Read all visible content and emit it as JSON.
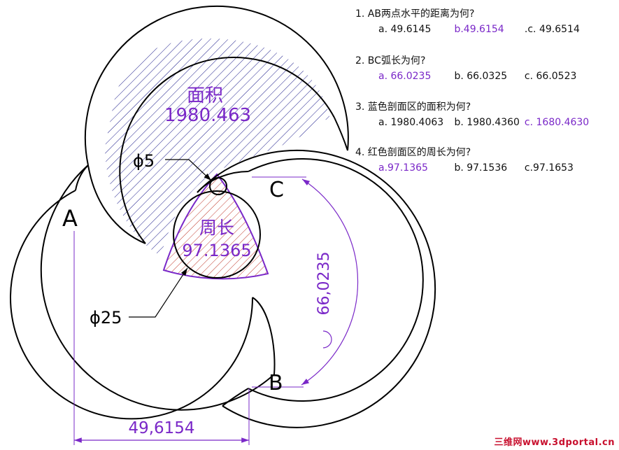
{
  "diagram": {
    "labels": {
      "a": "A",
      "b": "B",
      "c": "C"
    },
    "area_label": "面积",
    "area_value": "1980.463",
    "perimeter_label": "周长",
    "perimeter_value": "97.1365",
    "dim_small_circle": "ϕ5",
    "dim_big_circle": "ϕ25",
    "dim_arc": "66,0235",
    "dim_horizontal": "49,6154",
    "colors": {
      "hatch_blue": "#1e1e8c",
      "hatch_red": "#c0392b",
      "accent_purple": "#7a28c8",
      "ink": "#000000"
    }
  },
  "questions": [
    {
      "title": "1. AB两点水平的距离为何?",
      "options": {
        "a": "a. 49.6145",
        "b": "b.49.6154",
        "c": ".c. 49.6514"
      },
      "correct": "b"
    },
    {
      "title": "2. BC弧长为何?",
      "options": {
        "a": "a. 66.0235",
        "b": "b. 66.0325",
        "c": "c. 66.0523"
      },
      "correct": "a"
    },
    {
      "title": "3. 蓝色剖面区的面积为何?",
      "options": {
        "a": "a. 1980.4063",
        "b": "b. 1980.4360",
        "c": "c. 1680.4630"
      },
      "correct": "c"
    },
    {
      "title": "4. 红色剖面区的周长为何?",
      "options": {
        "a": "a.97.1365",
        "b": "b. 97.1536",
        "c": "c.97.1653"
      },
      "correct": "a"
    }
  ],
  "watermark": "三维网www.3dportal.cn"
}
